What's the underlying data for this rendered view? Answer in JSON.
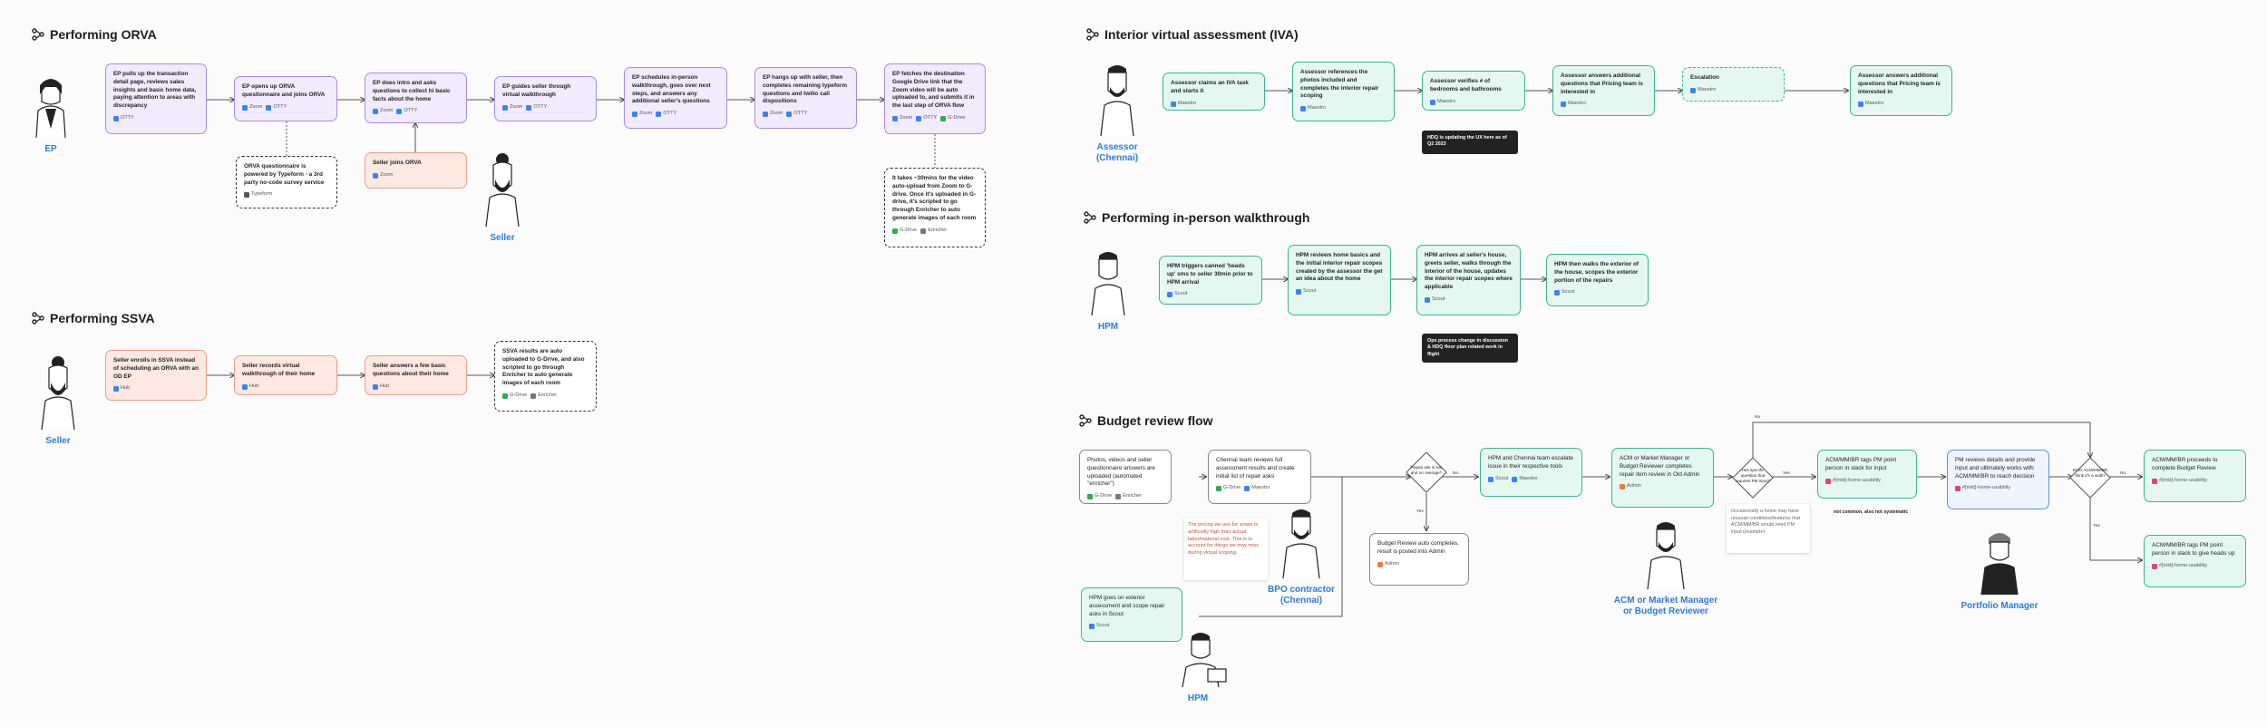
{
  "sections": {
    "orva": "Performing ORVA",
    "ssva": "Performing SSVA",
    "iva": "Interior virtual assessment (IVA)",
    "walkthrough": "Performing in-person walkthrough",
    "budget": "Budget review flow"
  },
  "actors": {
    "ep": "EP",
    "seller1": "Seller",
    "seller2": "Seller",
    "assessor": "Assessor (Chennai)",
    "hpm1": "HPM",
    "bpo": "BPO contractor (Chennai)",
    "hpm2": "HPM",
    "acm": "ACM or Market Manager or Budget Reviewer",
    "pm": "Portfolio Manager"
  },
  "orva": {
    "n1": {
      "text": "EP pulls up the transaction detail page, reviews sales insights and basic home data, paying attention to areas with discrepancy",
      "tags": [
        "OTTY"
      ]
    },
    "n2": {
      "text": "EP opens up ORVA questionnaire and joins ORVA",
      "tags": [
        "Zoom",
        "OTTY"
      ]
    },
    "n3": {
      "text": "EP does intro and asks questions to collect hi basic facts about the home",
      "tags": [
        "Zoom",
        "OTTY"
      ]
    },
    "n4": {
      "text": "EP guides seller through virtual walkthrough",
      "tags": [
        "Zoom",
        "OTTY"
      ]
    },
    "n5": {
      "text": "EP schedules in-person walkthrough, goes over next steps, and answers any additional seller's questions",
      "tags": [
        "Zoom",
        "OTTY"
      ]
    },
    "n6": {
      "text": "EP hangs up with seller, then completes remaining typeform questions and twilio call dispositions",
      "tags": [
        "Zoom",
        "OTTY"
      ]
    },
    "n7": {
      "text": "EP fetches the destination Google Drive link that the Zoom video will be auto uploaded to, and submits it in the last step of ORVA flow",
      "tags": [
        "Zoom",
        "OTTY",
        "G-Drive"
      ]
    },
    "note1": {
      "text": "ORVA questionnaire is powered by Typeform - a 3rd party no-code survey service",
      "tags": [
        "Typeform"
      ]
    },
    "seller": {
      "text": "Seller joins ORVA",
      "tags": [
        "Zoom"
      ]
    },
    "note2": {
      "text": "It takes ~30mins for the video auto-upload from Zoom to G-drive. Once it's uploaded in G-drive, it's scripted to go through Enricher to auto generate images of each room",
      "tags": [
        "G-Drive",
        "Enricher"
      ]
    }
  },
  "ssva": {
    "n1": {
      "text": "Seller enrolls in SSVA instead of scheduling an ORVA with an OD EP",
      "tags": [
        "Hub"
      ]
    },
    "n2": {
      "text": "Seller records virtual walkthrough of their home",
      "tags": [
        "Hub"
      ]
    },
    "n3": {
      "text": "Seller answers a few basic questions about their home",
      "tags": [
        "Hub"
      ]
    },
    "n4": {
      "text": "SSVA results are auto uploaded to G-Drive, and also scripted to go through Enricher to auto generate images of each room",
      "tags": [
        "G-Drive",
        "Enricher"
      ]
    }
  },
  "iva": {
    "n1": {
      "text": "Assessor claims an IVA task and starts it",
      "tags": [
        "Maestro"
      ]
    },
    "n2": {
      "text": "Assessor references the photos included and completes the interior repair scoping",
      "tags": [
        "Maestro"
      ]
    },
    "n3": {
      "text": "Assessor verifies # of bedrooms and bathrooms",
      "tags": [
        "Maestro"
      ]
    },
    "n4": {
      "text": "Assessor answers additional questions that Pricing team is interested in",
      "tags": [
        "Maestro"
      ]
    },
    "n5": {
      "text": "Escalation",
      "tags": [
        "Maestro"
      ]
    },
    "n6": {
      "text": "Assessor answers additional questions that Pricing team is interested in",
      "tags": [
        "Maestro"
      ]
    },
    "callout": "HDQ is updating the UX here as of Q2 2023"
  },
  "walk": {
    "n1": {
      "text": "HPM triggers canned 'heads up' sms to seller 30min prior to HPM arrival",
      "tags": [
        "Scout"
      ]
    },
    "n2": {
      "text": "HPM reviews home basics and the initial interior repair scopes created by the assessor the get an idea about the home",
      "tags": [
        "Scout"
      ]
    },
    "n3": {
      "text": "HPM arrives at seller's house, greets seller, walks through the interior of the house, updates the interior repair scopes where applicable",
      "tags": [
        "Scout"
      ]
    },
    "n4": {
      "text": "HPM then walks the exterior of the house, scopes the exterior portion of the repairs",
      "tags": [
        "Scout"
      ]
    },
    "callout": "Ops process change in discussion & HDQ floor plan related work in flight"
  },
  "budget": {
    "n1": {
      "text": "Photos, videos and seller questionnaire answers are uploaded (automated \"enricher\")",
      "tags": [
        "G-Drive",
        "Enricher"
      ]
    },
    "n2": {
      "text": "Chennai team reviews full assessment results and create initial list of repair asks",
      "tags": [
        "G-Drive",
        "Maestro"
      ]
    },
    "n3": {
      "text": "HPM and Chennai team escalate issue in their respective tools",
      "tags": [
        "Scout",
        "Maestro"
      ]
    },
    "n4": {
      "text": "ACM or Market Manager or Budget Reviewer completes repair item review in Old Admin",
      "tags": [
        "Admin"
      ]
    },
    "n5": {
      "text": "ACM/MM/BR tags PM point person in slack for input",
      "tags": [
        "#[mkt]-home-usability"
      ]
    },
    "n6": {
      "text": "PM reviews details and provide input and ultimately works with ACM/MM/BR to reach decision",
      "tags": [
        "#[mkt]-home-usability"
      ]
    },
    "n7": {
      "text": "ACM/MM/BR proceeds to complete Budget Review",
      "tags": [
        "#[mkt]-home-usability"
      ]
    },
    "n8": {
      "text": "ACM/MM/BR tags PM point person in slack to give heads up",
      "tags": [
        "#[mkt]-home-usability"
      ]
    },
    "n9": {
      "text": "Budget Review auto completes, result is posted into Admin",
      "tags": [
        "Admin"
      ]
    },
    "n10": {
      "text": "HPM goes on exterior assessment and scope repair asks in Scout",
      "tags": [
        "Scout"
      ]
    },
    "d1": "Repair ask is low and no overage?",
    "d2": "Has specific question that requires PM input?",
    "d3": "Does ACM/MM/BR think it's a walk?",
    "yes": "Yes",
    "no": "No",
    "red_note": "The pricing we use for scope is artificially high than actual labor/material cost. This is to account for things we may miss during virtual scoping.",
    "card_note": "Occasionally a home may have unusual conditions/features that ACM/MM/BR would need PM input (example)",
    "not_common": "not common, also not systematic"
  }
}
